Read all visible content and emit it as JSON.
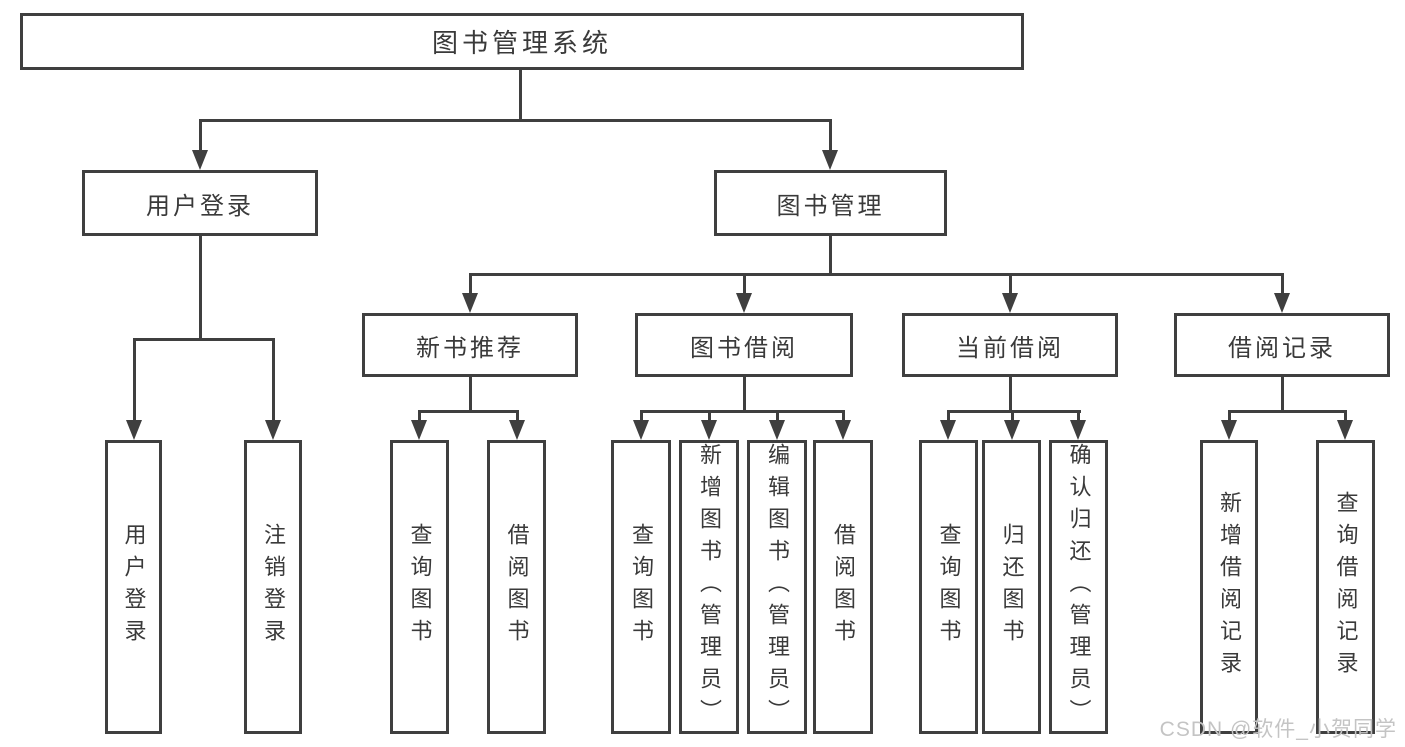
{
  "diagram": {
    "title": "图书管理系统",
    "level2": {
      "user_login": {
        "label": "用户登录",
        "children": [
          "用户登录",
          "注销登录"
        ]
      },
      "book_mgmt": {
        "label": "图书管理",
        "sections": {
          "new_book_recommend": {
            "label": "新书推荐",
            "children": [
              "查询图书",
              "借阅图书"
            ]
          },
          "book_borrow": {
            "label": "图书借阅",
            "children": [
              "查询图书",
              "新增图书（管理员）",
              "编辑图书（管理员）",
              "借阅图书"
            ]
          },
          "current_borrow": {
            "label": "当前借阅",
            "children": [
              "查询图书",
              "归还图书",
              "确认归还（管理员）"
            ]
          },
          "borrow_record": {
            "label": "借阅记录",
            "children": [
              "新增借阅记录",
              "查询借阅记录"
            ]
          }
        }
      }
    }
  },
  "watermark": {
    "text": "CSDN @软件_小贺同学"
  },
  "colors": {
    "line": "#3f3f3f",
    "text": "#3a3a3a",
    "watermark": "#c4c4c4",
    "background": "#ffffff"
  }
}
